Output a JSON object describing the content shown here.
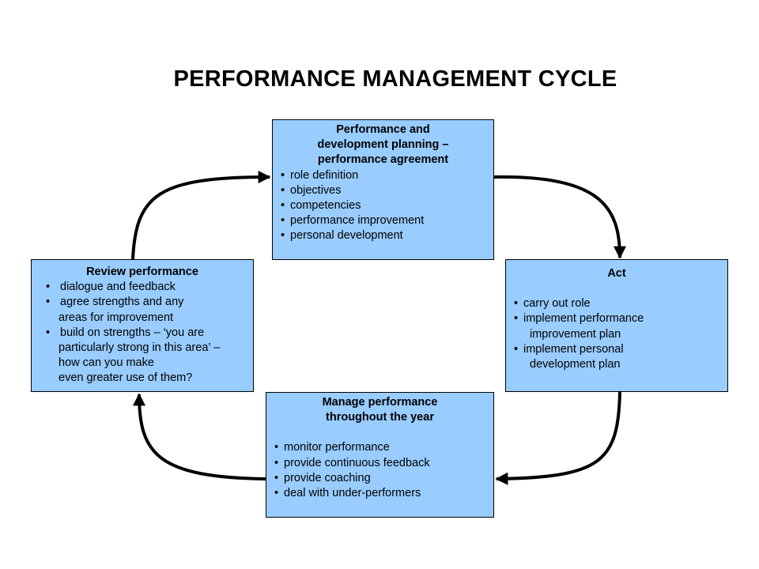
{
  "title": "PERFORMANCE MANAGEMENT CYCLE",
  "boxes": {
    "top": {
      "heading": [
        "Performance and",
        "development planning –",
        "performance agreement"
      ],
      "items": [
        "role definition",
        "objectives",
        "competencies",
        "performance improvement",
        "personal development"
      ]
    },
    "right": {
      "heading": "Act",
      "items": [
        {
          "line1": "carry out role",
          "line2": ""
        },
        {
          "line1": "implement performance",
          "line2": "improvement plan"
        },
        {
          "line1": "implement personal",
          "line2": "development plan"
        }
      ]
    },
    "bottom": {
      "heading": [
        "Manage performance",
        "throughout the year"
      ],
      "items": [
        "monitor performance",
        "provide continuous feedback",
        "provide coaching",
        "deal with under-performers"
      ]
    },
    "left": {
      "heading": "Review performance",
      "items": [
        {
          "lines": [
            "dialogue and  feedback"
          ]
        },
        {
          "lines": [
            "agree strengths and any",
            "areas for improvement"
          ]
        },
        {
          "lines": [
            "build on strengths – ‘you are",
            "particularly  strong in this area’ –",
            "how can you make",
            "even greater use of them?"
          ]
        }
      ]
    }
  },
  "colors": {
    "box_fill": "#99ccff",
    "border": "#000000",
    "arrow": "#000000"
  }
}
